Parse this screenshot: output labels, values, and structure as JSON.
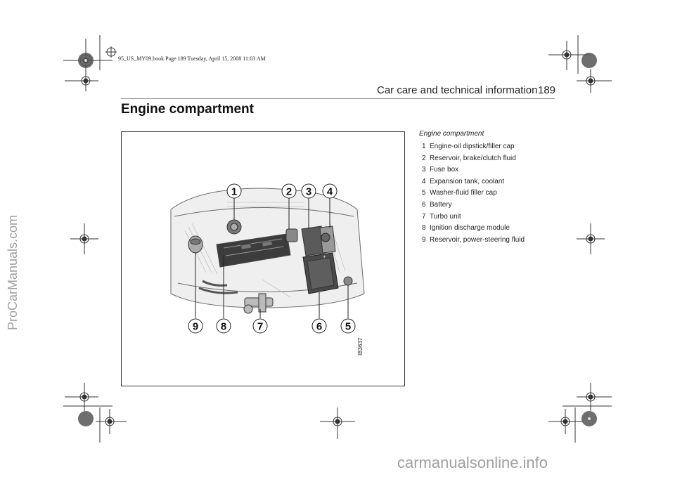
{
  "book_header": "95_US_MY09.book  Page 189  Tuesday, April 15, 2008  11:03 AM",
  "page_heading": "Car care and technical information",
  "page_number": "189",
  "section_title": "Engine compartment",
  "figure": {
    "id_label": "IB3637",
    "callouts": [
      "1",
      "2",
      "3",
      "4",
      "9",
      "8",
      "7",
      "6",
      "5"
    ]
  },
  "caption": {
    "title": "Engine compartment",
    "items": [
      {
        "num": "1",
        "label": "Engine-oil dipstick/filler cap"
      },
      {
        "num": "2",
        "label": "Reservoir, brake/clutch fluid"
      },
      {
        "num": "3",
        "label": "Fuse box"
      },
      {
        "num": "4",
        "label": "Expansion tank, coolant"
      },
      {
        "num": "5",
        "label": "Washer-fluid filler cap"
      },
      {
        "num": "6",
        "label": "Battery"
      },
      {
        "num": "7",
        "label": "Turbo unit"
      },
      {
        "num": "8",
        "label": "Ignition discharge module"
      },
      {
        "num": "9",
        "label": "Reservoir, power-steering fluid"
      }
    ]
  },
  "watermarks": {
    "left": "ProCarManuals.com",
    "bottom": "carmanualsonline.info"
  }
}
